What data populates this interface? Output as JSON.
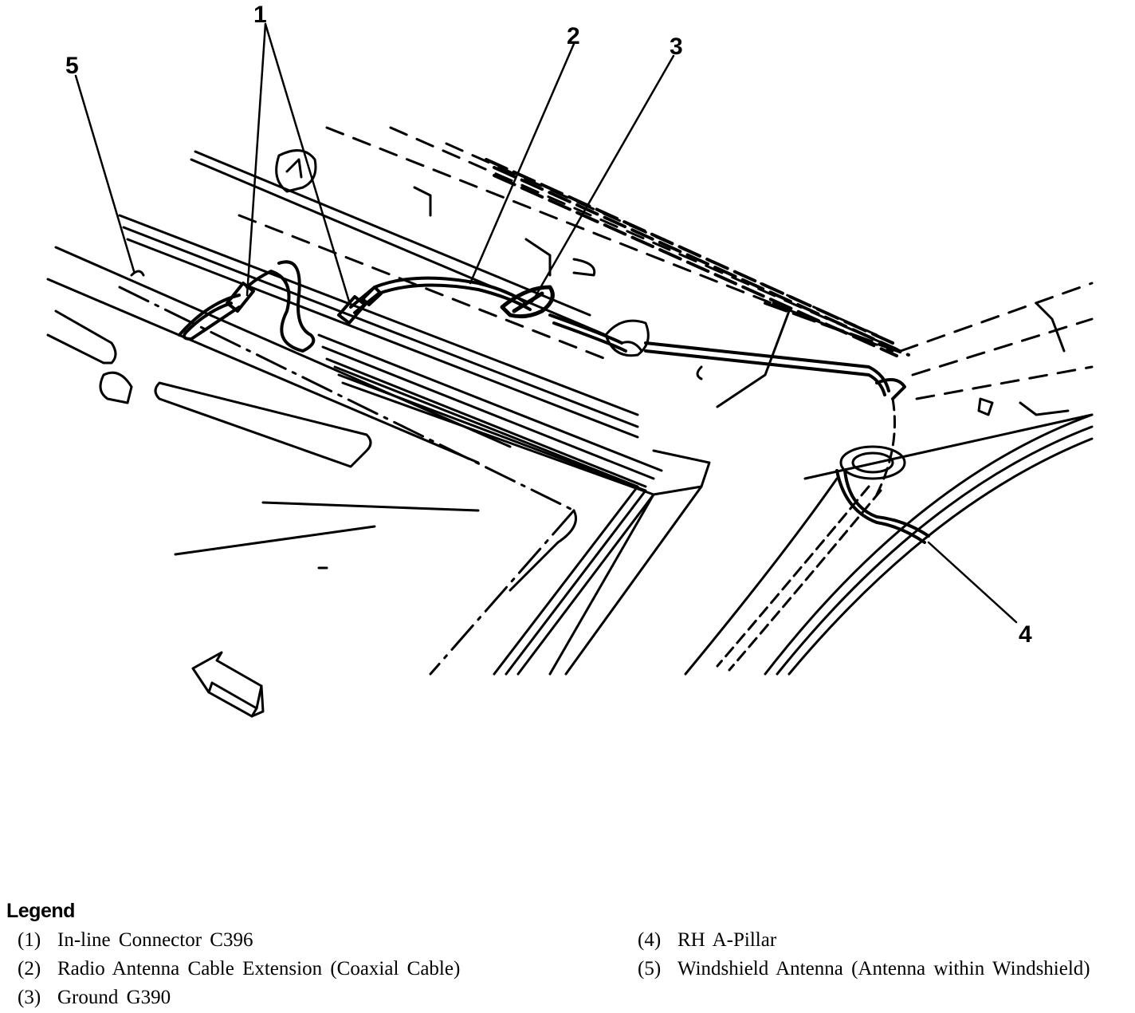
{
  "callouts": [
    "1",
    "2",
    "3",
    "4",
    "5"
  ],
  "legend": {
    "title": "Legend",
    "items": [
      {
        "num": "(1)",
        "text": "In-line Connector C396"
      },
      {
        "num": "(2)",
        "text": "Radio Antenna Cable Extension (Coaxial Cable)"
      },
      {
        "num": "(3)",
        "text": "Ground G390"
      },
      {
        "num": "(4)",
        "text": "RH A-Pillar"
      },
      {
        "num": "(5)",
        "text": "Windshield Antenna (Antenna within Windshield)"
      }
    ]
  },
  "icons": {
    "front_arrow": "direction-arrow-icon"
  }
}
